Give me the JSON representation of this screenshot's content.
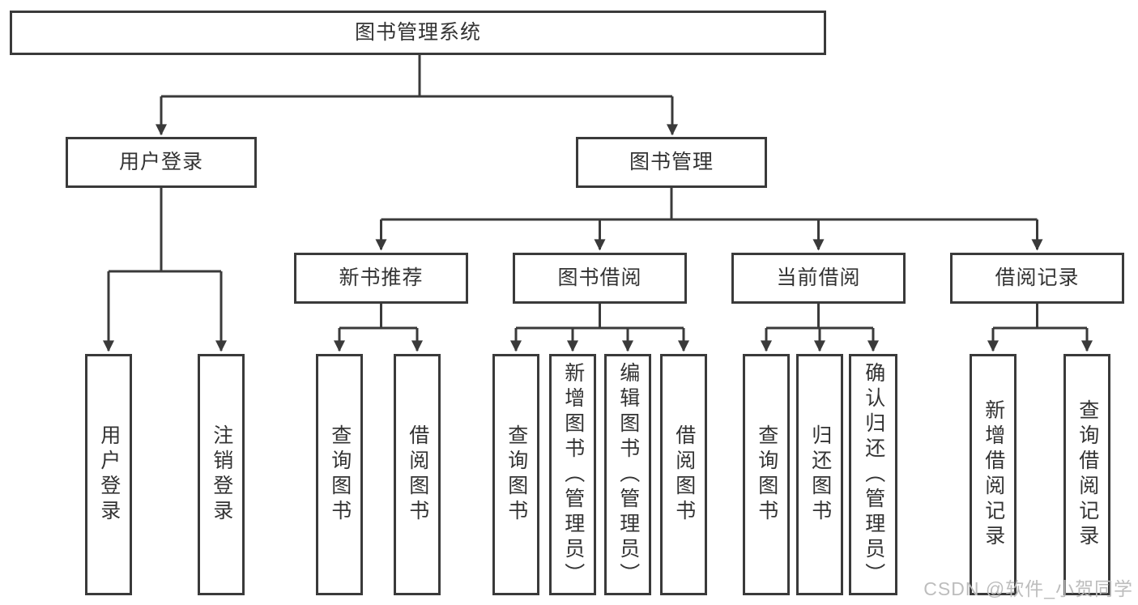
{
  "diagram": {
    "watermark": "CSDN @软件_小贺同学",
    "colors": {
      "line": "#3a3a3a",
      "box_border": "#3a3a3a",
      "text": "#333333",
      "watermark": "#bdbdbd",
      "background": "#ffffff"
    },
    "nodes": {
      "root": {
        "label": "图书管理系统"
      },
      "user_login": {
        "label": "用户登录",
        "children": [
          {
            "label": "用户登录"
          },
          {
            "label": "注销登录"
          }
        ]
      },
      "book_mgmt": {
        "label": "图书管理",
        "children": [
          {
            "label": "新书推荐",
            "children": [
              {
                "label": "查询图书"
              },
              {
                "label": "借阅图书"
              }
            ]
          },
          {
            "label": "图书借阅",
            "children": [
              {
                "label": "查询图书"
              },
              {
                "label": "新增图书（管理员）"
              },
              {
                "label": "编辑图书（管理员）"
              },
              {
                "label": "借阅图书"
              }
            ]
          },
          {
            "label": "当前借阅",
            "children": [
              {
                "label": "查询图书"
              },
              {
                "label": "归还图书"
              },
              {
                "label": "确认归还（管理员）"
              }
            ]
          },
          {
            "label": "借阅记录",
            "children": [
              {
                "label": "新增借阅记录"
              },
              {
                "label": "查询借阅记录"
              }
            ]
          }
        ]
      }
    }
  }
}
